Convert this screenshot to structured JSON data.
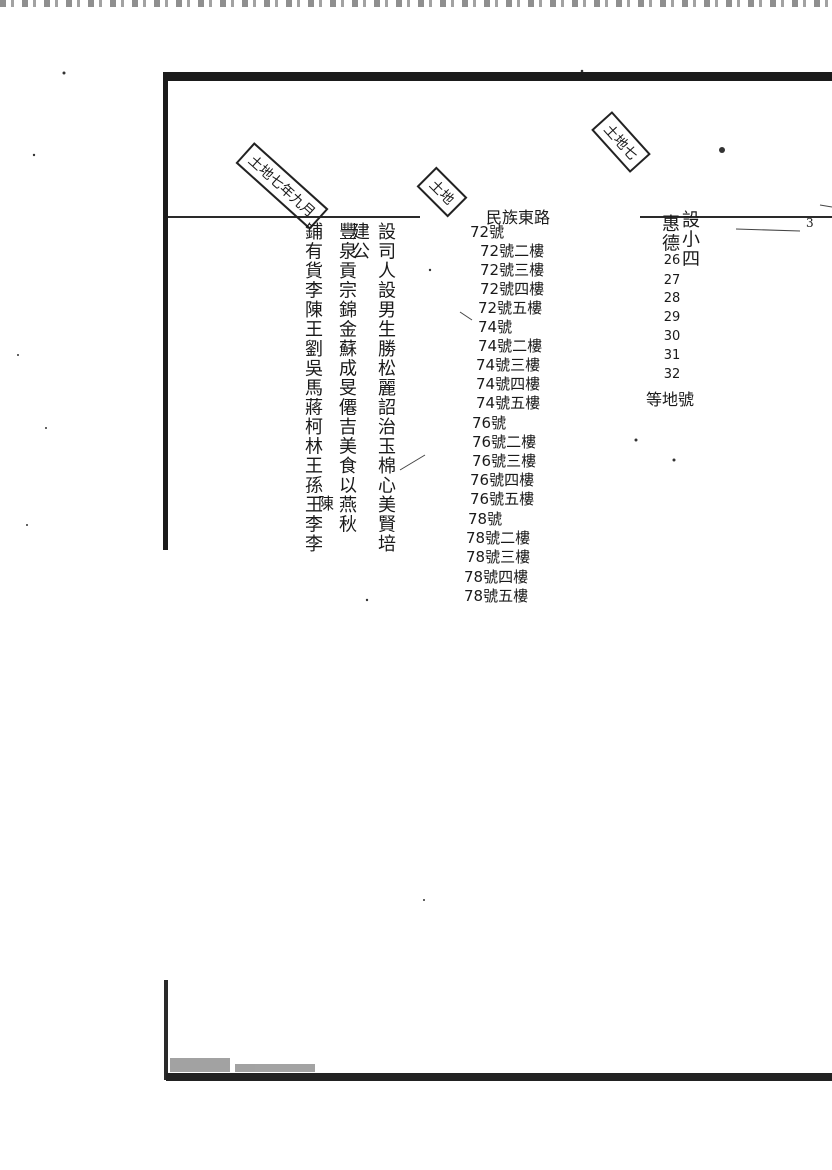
{
  "stamps": {
    "left": "土地七年九月",
    "middle": "土地",
    "right": "土地七"
  },
  "names_columns": [
    "設司人設男生勝松麗詔治玉棉心美賢培",
    "建公",
    "豐泉貢宗錦金蘇成旻僊吉美食以燕秋",
    "鋪有貨李陳王劉吳馬蔣柯林王孫王李李"
  ],
  "names_tail": "陳",
  "address_block": {
    "street": "民族東路",
    "lines": [
      "72號",
      "72號二樓",
      "72號三樓",
      "72號四樓",
      "72號五樓",
      "74號",
      "74號二樓",
      "74號三樓",
      "74號四樓",
      "74號五樓",
      "76號",
      "76號二樓",
      "76號三樓",
      "76號四樓",
      "76號五樓",
      "78號",
      "78號二樓",
      "78號三樓",
      "78號四樓",
      "78號五樓"
    ]
  },
  "right_block": {
    "col_a": "設小四",
    "col_b": "惠德",
    "numbers": [
      "26",
      "27",
      "28",
      "29",
      "30",
      "31",
      "32"
    ],
    "footer": "等地號",
    "page_mark": "3"
  }
}
